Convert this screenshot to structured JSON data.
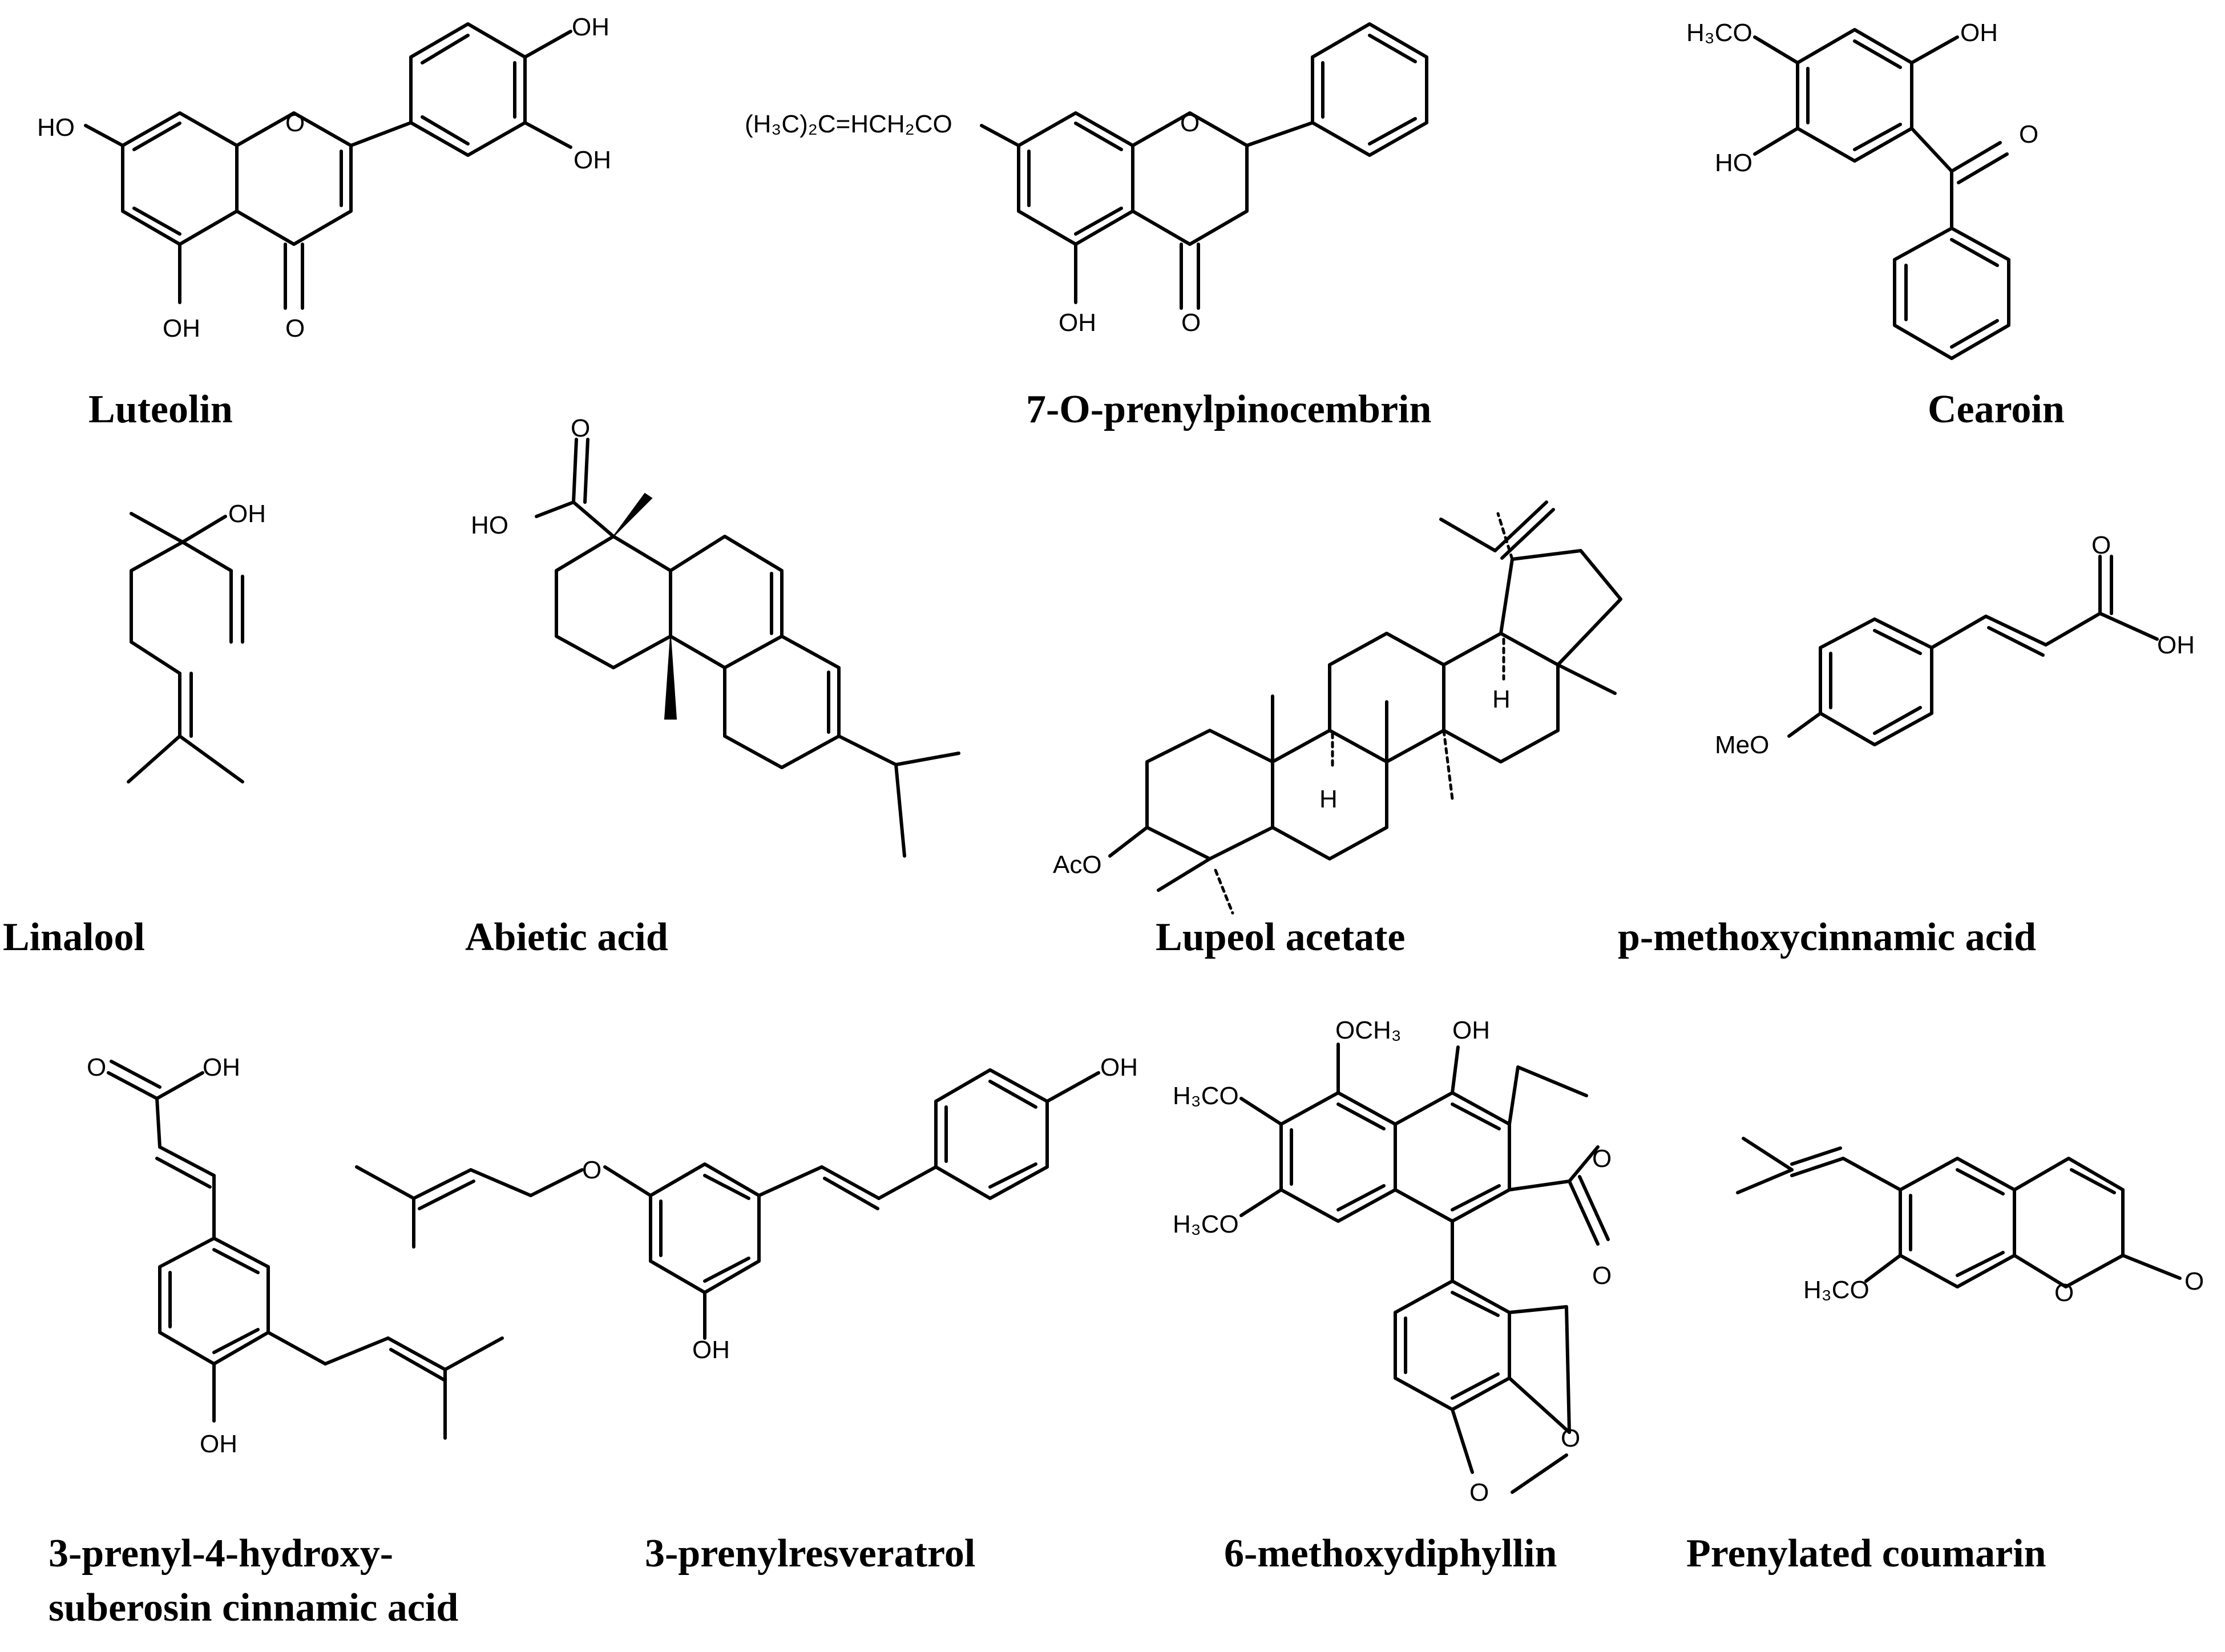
{
  "compounds": [
    {
      "name": "Luteolin",
      "atoms": [
        "OH",
        "OH",
        "HO",
        "O",
        "OH",
        "O"
      ]
    },
    {
      "name": "7-O-prenylpinocembrin",
      "atoms": [
        "(H₃C)₂C=HCH₂CO",
        "O",
        "OH",
        "O"
      ]
    },
    {
      "name": "Cearoin",
      "atoms": [
        "H₃CO",
        "OH",
        "HO",
        "O"
      ]
    },
    {
      "name": "Linalool",
      "atoms": [
        "OH"
      ]
    },
    {
      "name": "Abietic acid",
      "atoms": [
        "O",
        "HO"
      ]
    },
    {
      "name": "Lupeol acetate",
      "atoms": [
        "H",
        "H",
        "AcO"
      ]
    },
    {
      "name": "p-methoxycinnamic acid",
      "atoms": [
        "O",
        "OH",
        "MeO"
      ]
    },
    {
      "name": "3-prenyl-4-hydroxy-",
      "name2": "suberosin cinnamic acid",
      "atoms": [
        "O",
        "OH",
        "OH"
      ]
    },
    {
      "name": "3-prenylresveratrol",
      "atoms": [
        "OH",
        "O",
        "OH"
      ]
    },
    {
      "name": "6-methoxydiphyllin",
      "atoms": [
        "OCH₃",
        "OH",
        "H₃CO",
        "O",
        "H₃CO",
        "O",
        "O",
        "O"
      ]
    },
    {
      "name": "Prenylated coumarin",
      "atoms": [
        "H₃CO",
        "O",
        "O"
      ]
    }
  ]
}
